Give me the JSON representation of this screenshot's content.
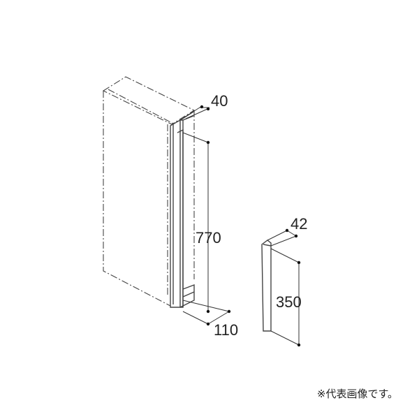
{
  "dimensions": {
    "depth_main": "40",
    "height_main": "770",
    "width_main": "110",
    "depth_handle": "42",
    "height_handle": "350"
  },
  "note": "※代表画像です。",
  "colors": {
    "line": "#444444",
    "text": "#222222"
  }
}
